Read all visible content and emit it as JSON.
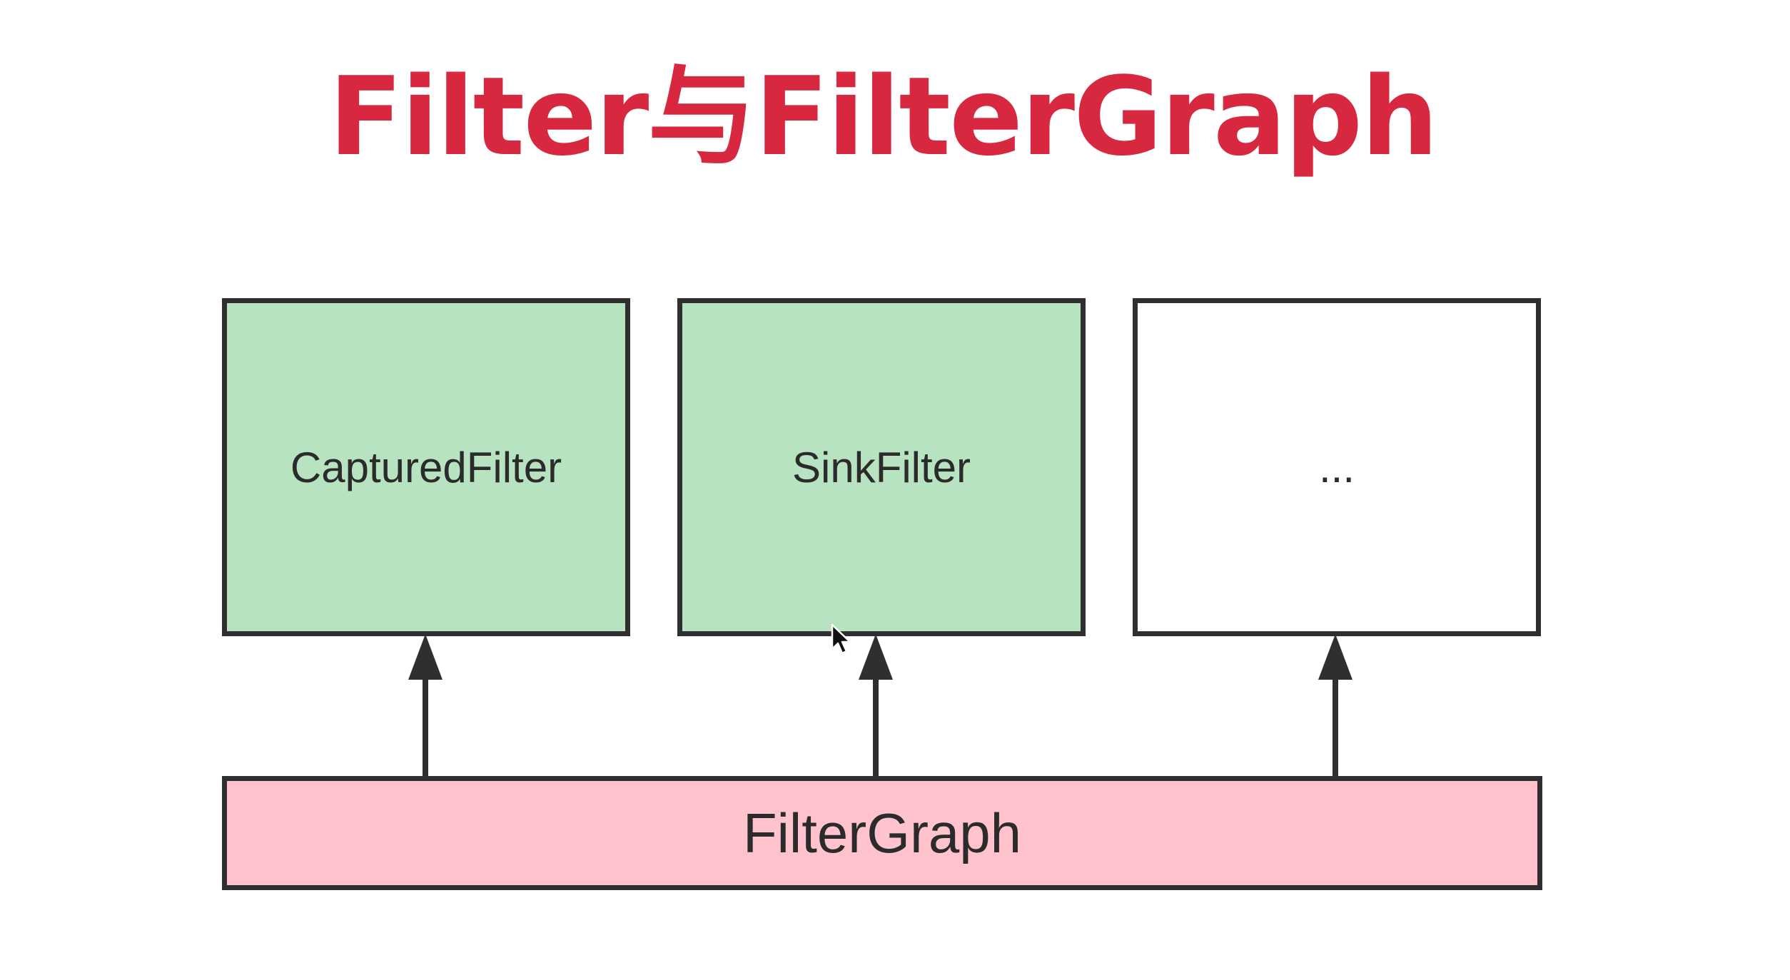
{
  "title": {
    "text": "Filter与FilterGraph",
    "color": "#d7283f"
  },
  "filters": [
    {
      "label": "CapturedFilter",
      "fill": "#b7e3c0"
    },
    {
      "label": "SinkFilter",
      "fill": "#b7e3c0"
    },
    {
      "label": "...",
      "fill": "#ffffff"
    }
  ],
  "graph": {
    "label": "FilterGraph",
    "fill": "#ffc3cd"
  },
  "colors": {
    "outline": "#2f2f2f",
    "arrow": "#2f2f2f"
  }
}
